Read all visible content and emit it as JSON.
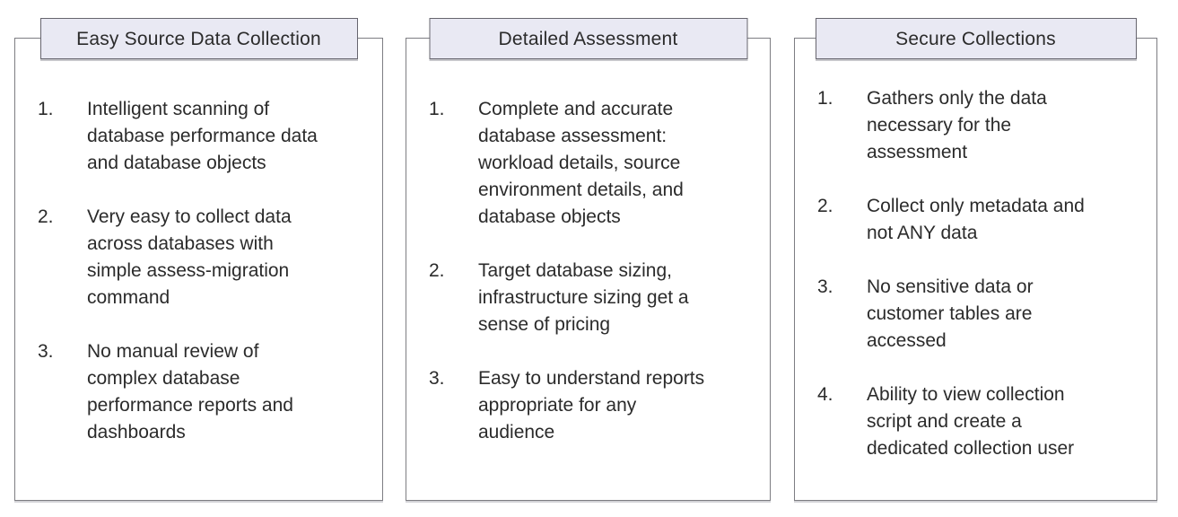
{
  "colors": {
    "badge_background": "#e9e9f3",
    "badge_border": "#66656e",
    "panel_border": "#7d7d82",
    "text": "#2b2b2b",
    "page_background": "#ffffff"
  },
  "panels": [
    {
      "title": "Easy Source Data Collection",
      "items": [
        {
          "num": "1.",
          "lines": [
            "Intelligent scanning of",
            "database performance data",
            "and database objects"
          ]
        },
        {
          "num": "2.",
          "lines": [
            "Very easy to collect data",
            "across databases with",
            "simple assess-migration",
            "command"
          ]
        },
        {
          "num": "3.",
          "lines": [
            "No manual review of",
            "complex database",
            "performance reports and",
            "dashboards"
          ]
        }
      ]
    },
    {
      "title": "Detailed Assessment",
      "items": [
        {
          "num": "1.",
          "lines": [
            "Complete and accurate",
            "database assessment:",
            "workload details, source",
            "environment details, and",
            "database objects"
          ]
        },
        {
          "num": "2.",
          "lines": [
            "Target database sizing,",
            "infrastructure sizing get a",
            "sense of pricing"
          ]
        },
        {
          "num": "3.",
          "lines": [
            "Easy to understand reports",
            "appropriate for any",
            "audience"
          ]
        }
      ]
    },
    {
      "title": "Secure Collections",
      "items": [
        {
          "num": "1.",
          "lines": [
            "Gathers only the data",
            "necessary for the",
            "assessment"
          ]
        },
        {
          "num": "2.",
          "lines": [
            "Collect only metadata and",
            "not ANY data"
          ]
        },
        {
          "num": "3.",
          "lines": [
            "No sensitive data or",
            "customer tables are",
            "accessed"
          ]
        },
        {
          "num": "4.",
          "lines": [
            "Ability to view collection",
            "script and create a",
            "dedicated collection user"
          ]
        }
      ]
    }
  ]
}
